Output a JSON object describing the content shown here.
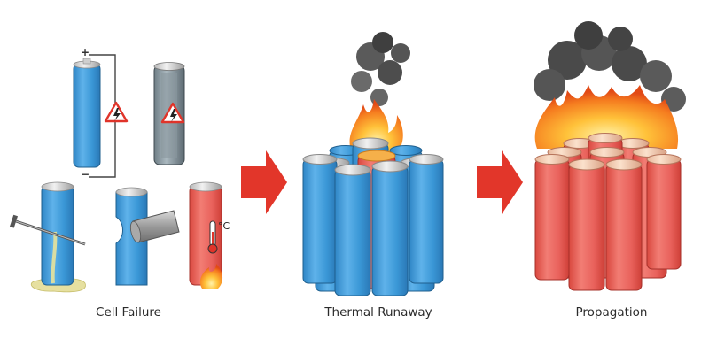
{
  "captions": {
    "cell_failure": "Cell Failure",
    "thermal_runaway": "Thermal Runaway",
    "propagation": "Propagation"
  },
  "terminals": {
    "positive": "+",
    "negative": "−"
  },
  "thermometer_unit": "°C",
  "icons": [
    "high-voltage-warning-icon",
    "thermometer-icon",
    "flow-arrow-icon",
    "flame-icon",
    "smoke-icon",
    "nail",
    "crush-rod"
  ],
  "colors": {
    "cell_blue": "#3d9ad8",
    "cell_red": "#e9625c",
    "arrow_red": "#e2362a",
    "flame_orange": "#f5901f",
    "smoke": "#4a4a4a",
    "electrolyte_leak": "#e6e0a0"
  }
}
